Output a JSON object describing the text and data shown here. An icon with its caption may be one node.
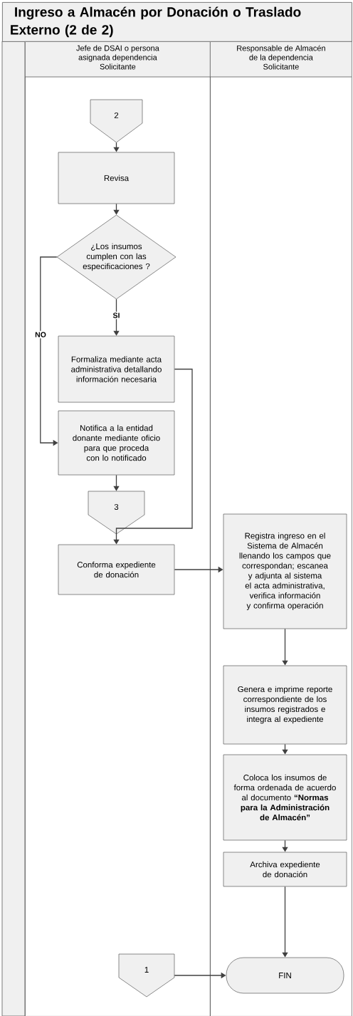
{
  "diagram": {
    "title": "Ingreso a Almacén por Donación o Traslado Externo  (2 de 2)",
    "nodes": [
      {
        "text": [
          "Jefe de DSAI o persona asignada dependencia Solicitante"
        ]
      },
      {
        "text": [
          "Responsable de Almacén de la dependencia Solicitante"
        ]
      },
      {
        "text": [
          "2"
        ],
        "in": 0
      },
      {
        "text": [
          "Revisa"
        ],
        "in": 0
      },
      {
        "text": [
          "¿Los insumos cumplen con las especificaciones ?"
        ],
        "in": 0
      },
      {
        "text": [
          "Formaliza mediante acta administrativa detallando información necesaria"
        ],
        "in": 0
      },
      {
        "text": [
          "Notifica a la entidad donante mediante oficio para que proceda con lo notificado"
        ],
        "in": 0
      },
      {
        "text": [
          "3"
        ],
        "in": 0
      },
      {
        "text": [
          "Conforma expediente de donación"
        ],
        "in": 0
      },
      {
        "text": [
          "Registra ingreso en el Sistema de Almacén llenando los campos que correspondan; escanea y adjunta al sistema el acta administrativa, verifica información y confirma operación"
        ],
        "in": 1
      },
      {
        "text": [
          "Genera e imprime reporte correspondiente de los insumos registrados e integra al expediente"
        ],
        "in": 1
      },
      {
        "text": [
          "Coloca los insumos de forma ordenada de acuerdo al documento **“Normas para la Administración de Almacén”**"
        ],
        "in": 1
      },
      {
        "text": [
          "Archiva expediente de donación"
        ],
        "in": 1
      },
      {
        "text": [
          "1"
        ],
        "in": 0
      },
      {
        "text": [
          "FIN"
        ],
        "in": 1
      }
    ],
    "edges": [
      {
        "from": 2,
        "to": 3,
        "arrow": "to"
      },
      {
        "from": 3,
        "to": 4,
        "arrow": "to"
      },
      {
        "from": 4,
        "to": 5,
        "arrow": "to",
        "label": "SI"
      },
      {
        "from": 4,
        "to": 6,
        "arrow": "to",
        "label": "NO"
      },
      {
        "from": 6,
        "to": 7,
        "arrow": "to"
      },
      {
        "from": 5,
        "to": 8,
        "arrow": "to"
      },
      {
        "from": 8,
        "to": 9,
        "arrow": "to"
      },
      {
        "from": 9,
        "to": 10,
        "arrow": "to"
      },
      {
        "from": 10,
        "to": 11,
        "arrow": "to"
      },
      {
        "from": 11,
        "to": 12,
        "arrow": "to"
      },
      {
        "from": 12,
        "to": 14,
        "arrow": "to"
      },
      {
        "from": 13,
        "to": 14,
        "arrow": "to"
      }
    ]
  }
}
